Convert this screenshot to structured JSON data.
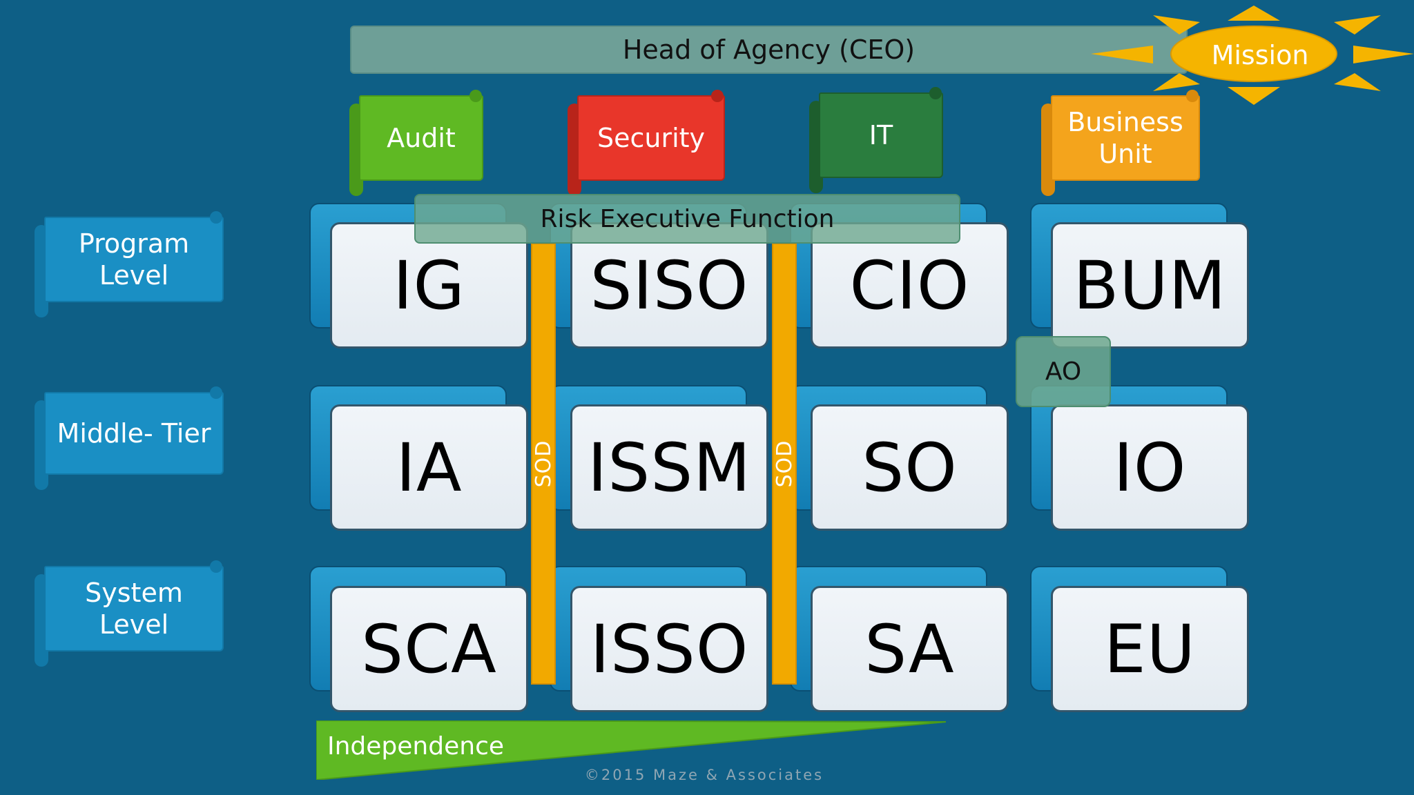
{
  "head": {
    "label": "Head of Agency (CEO)"
  },
  "mission": {
    "label": "Mission"
  },
  "flags": {
    "audit": "Audit",
    "security": "Security",
    "it": "IT",
    "business_unit_line1": "Business",
    "business_unit_line2": "Unit"
  },
  "levels": {
    "program_line1": "Program",
    "program_line2": "Level",
    "middle": "Middle- Tier",
    "system_line1": "System",
    "system_line2": "Level"
  },
  "risk_executive": {
    "label": "Risk Executive Function"
  },
  "roles": {
    "ig": "IG",
    "siso": "SISO",
    "cio": "CIO",
    "bum": "BUM",
    "ia": "IA",
    "issm": "ISSM",
    "so": "SO",
    "io": "IO",
    "sca": "SCA",
    "isso": "ISSO",
    "sa": "SA",
    "eu": "EU"
  },
  "ao": {
    "label": "AO"
  },
  "sod": {
    "label": "SOD"
  },
  "independence": {
    "label": "Independence"
  },
  "footer": {
    "copyright": "©2015 Maze & Associates"
  },
  "colors": {
    "background": "#0e5f86",
    "audit": "#5fb923",
    "security": "#e8362a",
    "it": "#2a7d3e",
    "business_unit": "#f4a41c",
    "level_flag": "#1a8fc4",
    "sod": "#f2a900",
    "mission_sun": "#f5b400",
    "independence": "#5fb923"
  }
}
